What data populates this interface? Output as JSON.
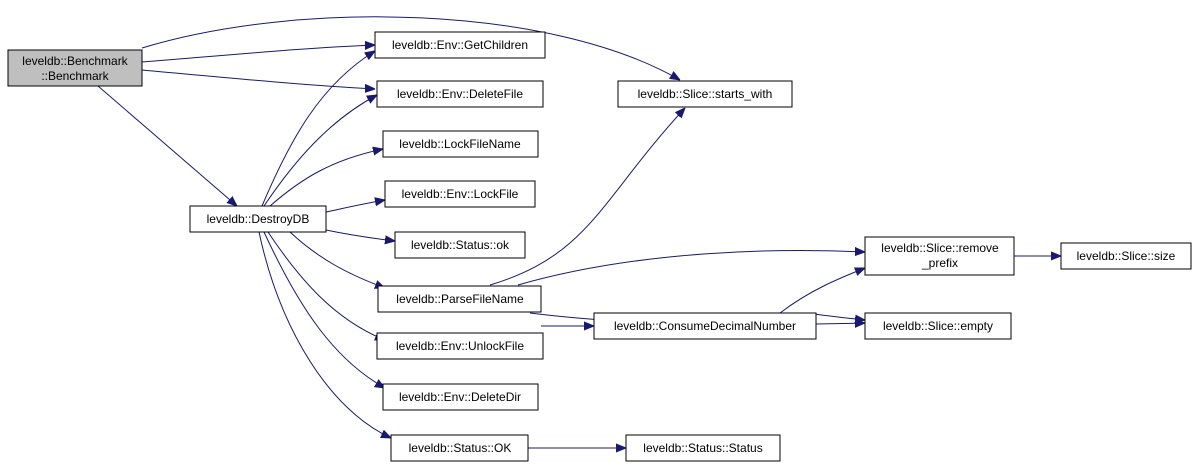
{
  "graph": {
    "nodes": {
      "benchmark": [
        "leveldb::Benchmark",
        "::Benchmark"
      ],
      "getchildren": [
        "leveldb::Env::GetChildren"
      ],
      "deletefile": [
        "leveldb::Env::DeleteFile"
      ],
      "lockfilename": [
        "leveldb::LockFileName"
      ],
      "lockfile": [
        "leveldb::Env::LockFile"
      ],
      "destroydb": [
        "leveldb::DestroyDB"
      ],
      "statusok": [
        "leveldb::Status::ok"
      ],
      "parsefilename": [
        "leveldb::ParseFileName"
      ],
      "unlockfile": [
        "leveldb::Env::UnlockFile"
      ],
      "deletedir": [
        "leveldb::Env::DeleteDir"
      ],
      "statusOK": [
        "leveldb::Status::OK"
      ],
      "startswith": [
        "leveldb::Slice::starts_with"
      ],
      "consumedecimal": [
        "leveldb::ConsumeDecimalNumber"
      ],
      "removeprefix": [
        "leveldb::Slice::remove",
        "_prefix"
      ],
      "sliceempty": [
        "leveldb::Slice::empty"
      ],
      "statusstatus": [
        "leveldb::Status::Status"
      ],
      "slicesize": [
        "leveldb::Slice::size"
      ]
    },
    "colors": {
      "edge": "#191970",
      "root_fill": "#bfbfbf",
      "node_fill": "#ffffff",
      "node_stroke": "#000000"
    }
  }
}
